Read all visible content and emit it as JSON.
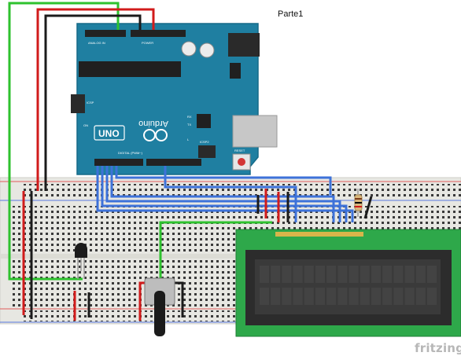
{
  "part_label": "Parte1",
  "brand_label": "fritzing",
  "arduino": {
    "logo_text": "UNO",
    "brand_text": "Arduino",
    "header_analog": "ANALOG IN",
    "header_power": "POWER",
    "header_digital": "DIGITAL (PWM~)",
    "icsp_label": "ICSP",
    "icsp2_label": "ICSP2",
    "reset_label": "RESET",
    "on_label": "ON",
    "rx_label": "RX",
    "tx_label": "TX",
    "l_label": "L"
  },
  "colors": {
    "arduino_board": "#1f7fa1",
    "arduino_edge": "#166a88",
    "breadboard": "#e7e7e2",
    "breadboard_hole": "#3a3a3a",
    "rail_red": "#e25b5b",
    "rail_blue": "#5a7ae0",
    "wire_green": "#2ec22e",
    "wire_red": "#d11b1b",
    "wire_black": "#1b1b1b",
    "wire_blue": "#3d72d9",
    "lcd_board": "#2ea84a",
    "lcd_frame": "#2c2c2c",
    "lcd_screen": "#3a3a3a",
    "lcd_pin": "#d9b54a",
    "brand_gray": "#b7b7b7"
  }
}
